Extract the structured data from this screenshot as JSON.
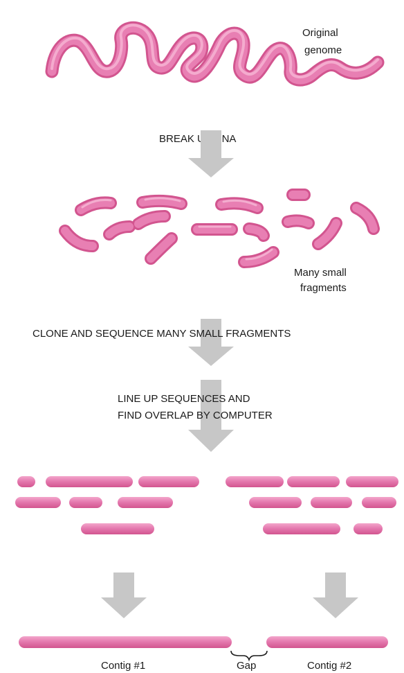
{
  "colors": {
    "dna": "#e26aa6",
    "dna_highlight": "#f4a9cd",
    "arrow": "#c7c7c7",
    "text": "#1a1a1a"
  },
  "labels": {
    "original_genome_line1": "Original",
    "original_genome_line2": "genome",
    "step_break": "BREAK UP DNA",
    "fragments_line1": "Many small",
    "fragments_line2": "fragments",
    "step_clone": "CLONE AND SEQUENCE MANY SMALL FRAGMENTS",
    "step_align_line1": "LINE UP SEQUENCES AND",
    "step_align_line2": "FIND OVERLAP BY COMPUTER",
    "contig1": "Contig #1",
    "gap": "Gap",
    "contig2": "Contig #2"
  }
}
